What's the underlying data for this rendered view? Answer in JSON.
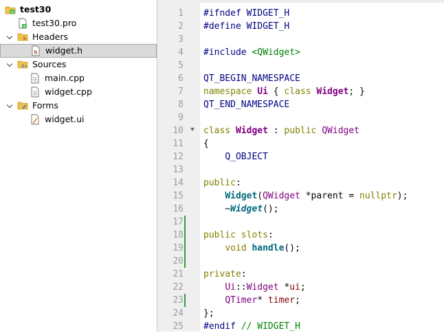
{
  "project_tree": {
    "project": {
      "label": "test30",
      "icon": "qt-project-icon"
    },
    "pro_file": {
      "label": "test30.pro",
      "icon": "pro-file-icon"
    },
    "headers": {
      "label": "Headers",
      "icon": "headers-folder-icon",
      "items": [
        {
          "label": "widget.h",
          "icon": "header-file-icon",
          "selected": true
        }
      ]
    },
    "sources": {
      "label": "Sources",
      "icon": "sources-folder-icon",
      "items": [
        {
          "label": "main.cpp",
          "icon": "cpp-file-icon"
        },
        {
          "label": "widget.cpp",
          "icon": "cpp-file-icon"
        }
      ]
    },
    "forms": {
      "label": "Forms",
      "icon": "forms-folder-icon",
      "items": [
        {
          "label": "widget.ui",
          "icon": "ui-file-icon"
        }
      ]
    }
  },
  "editor": {
    "colors": {
      "keyword": "#808000",
      "class": "#800080",
      "function": "#00677c",
      "string": "#008000",
      "preprocessor": "#000080",
      "line_number": "#9c9c9c",
      "modified_marker": "#3c9a3c",
      "gutter": "#efefef",
      "selection": "#dadada"
    },
    "fold_marker_line": 10,
    "modified_lines": [
      17,
      18,
      19,
      20,
      23
    ],
    "lines": [
      {
        "n": "1",
        "tokens": [
          {
            "t": "#ifndef WIDGET_H",
            "c": "pp"
          }
        ]
      },
      {
        "n": "2",
        "tokens": [
          {
            "t": "#define WIDGET_H",
            "c": "pp"
          }
        ]
      },
      {
        "n": "3",
        "tokens": []
      },
      {
        "n": "4",
        "tokens": [
          {
            "t": "#include ",
            "c": "pp"
          },
          {
            "t": "<QWidget>",
            "c": "str"
          }
        ]
      },
      {
        "n": "5",
        "tokens": []
      },
      {
        "n": "6",
        "tokens": [
          {
            "t": "QT_BEGIN_NAMESPACE",
            "c": "mac"
          }
        ]
      },
      {
        "n": "7",
        "tokens": [
          {
            "t": "namespace ",
            "c": "kw"
          },
          {
            "t": "Ui",
            "c": "cls"
          },
          {
            "t": " { ",
            "c": "id"
          },
          {
            "t": "class ",
            "c": "kw"
          },
          {
            "t": "Widget",
            "c": "cls"
          },
          {
            "t": "; }",
            "c": "id"
          }
        ]
      },
      {
        "n": "8",
        "tokens": [
          {
            "t": "QT_END_NAMESPACE",
            "c": "mac"
          }
        ]
      },
      {
        "n": "9",
        "tokens": []
      },
      {
        "n": "10",
        "tokens": [
          {
            "t": "class ",
            "c": "kw"
          },
          {
            "t": "Widget",
            "c": "cls"
          },
          {
            "t": " : ",
            "c": "id"
          },
          {
            "t": "public ",
            "c": "kw"
          },
          {
            "t": "QWidget",
            "c": "typ"
          }
        ]
      },
      {
        "n": "11",
        "tokens": [
          {
            "t": "{",
            "c": "id"
          }
        ]
      },
      {
        "n": "12",
        "tokens": [
          {
            "t": "    ",
            "c": "id"
          },
          {
            "t": "Q_OBJECT",
            "c": "mac"
          }
        ]
      },
      {
        "n": "13",
        "tokens": []
      },
      {
        "n": "14",
        "tokens": [
          {
            "t": "public",
            "c": "kw"
          },
          {
            "t": ":",
            "c": "id"
          }
        ]
      },
      {
        "n": "15",
        "tokens": [
          {
            "t": "    ",
            "c": "id"
          },
          {
            "t": "Widget",
            "c": "fn"
          },
          {
            "t": "(",
            "c": "id"
          },
          {
            "t": "QWidget",
            "c": "typ"
          },
          {
            "t": " *parent = ",
            "c": "id"
          },
          {
            "t": "nullptr",
            "c": "kw"
          },
          {
            "t": ");",
            "c": "id"
          }
        ]
      },
      {
        "n": "16",
        "tokens": [
          {
            "t": "    ~",
            "c": "id"
          },
          {
            "t": "Widget",
            "c": "fni"
          },
          {
            "t": "();",
            "c": "id"
          }
        ]
      },
      {
        "n": "17",
        "tokens": []
      },
      {
        "n": "18",
        "tokens": [
          {
            "t": "public ",
            "c": "kw"
          },
          {
            "t": "slots",
            "c": "kw"
          },
          {
            "t": ":",
            "c": "id"
          }
        ]
      },
      {
        "n": "19",
        "tokens": [
          {
            "t": "    ",
            "c": "id"
          },
          {
            "t": "void ",
            "c": "kw"
          },
          {
            "t": "handle",
            "c": "fn"
          },
          {
            "t": "();",
            "c": "id"
          }
        ]
      },
      {
        "n": "20",
        "tokens": []
      },
      {
        "n": "21",
        "tokens": [
          {
            "t": "private",
            "c": "kw"
          },
          {
            "t": ":",
            "c": "id"
          }
        ]
      },
      {
        "n": "22",
        "tokens": [
          {
            "t": "    ",
            "c": "id"
          },
          {
            "t": "Ui",
            "c": "typ"
          },
          {
            "t": "::",
            "c": "id"
          },
          {
            "t": "Widget",
            "c": "typ"
          },
          {
            "t": " *",
            "c": "id"
          },
          {
            "t": "ui",
            "c": "mem"
          },
          {
            "t": ";",
            "c": "id"
          }
        ]
      },
      {
        "n": "23",
        "tokens": [
          {
            "t": "    ",
            "c": "id"
          },
          {
            "t": "QTimer",
            "c": "typ"
          },
          {
            "t": "* ",
            "c": "id"
          },
          {
            "t": "timer",
            "c": "mem"
          },
          {
            "t": ";",
            "c": "id"
          }
        ]
      },
      {
        "n": "24",
        "tokens": [
          {
            "t": "};",
            "c": "id"
          }
        ]
      },
      {
        "n": "25",
        "tokens": [
          {
            "t": "#endif ",
            "c": "pp"
          },
          {
            "t": "// WIDGET_H",
            "c": "cmt"
          }
        ]
      }
    ]
  }
}
